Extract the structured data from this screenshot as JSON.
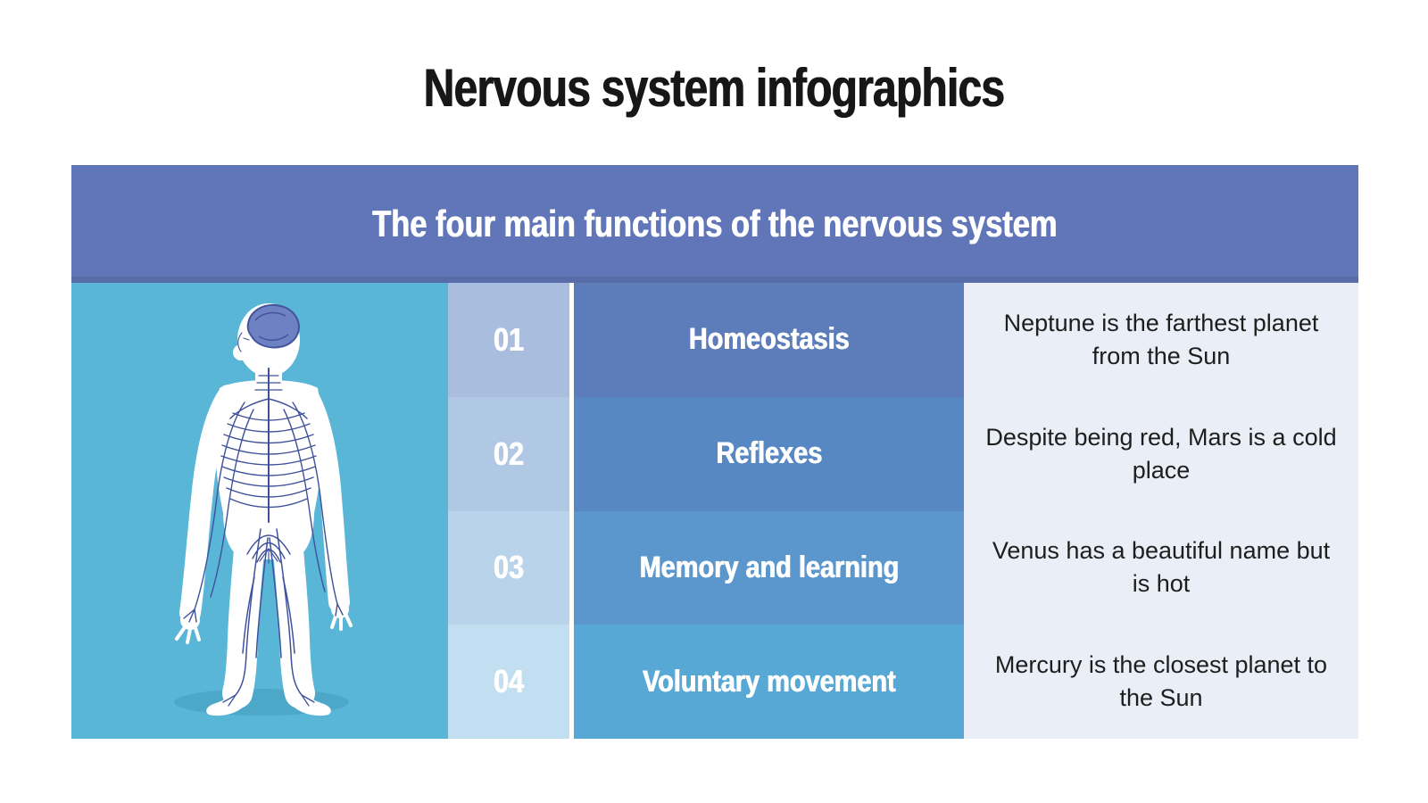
{
  "title": "Nervous system infographics",
  "panel": {
    "header": "The four main functions of the nervous system",
    "rows": [
      {
        "number": "01",
        "function": "Homeostasis",
        "description": "Neptune is the farthest planet from the Sun"
      },
      {
        "number": "02",
        "function": "Reflexes",
        "description": "Despite being red, Mars is a cold place"
      },
      {
        "number": "03",
        "function": "Memory and learning",
        "description": "Venus has a beautiful name but is hot"
      },
      {
        "number": "04",
        "function": "Voluntary movement",
        "description": "Mercury is the closest planet to the Sun"
      }
    ]
  },
  "illustration": {
    "icon": "human-nervous-system-figure"
  },
  "colors": {
    "header_bg": "#6076b8",
    "illustration_bg": "#5ab6d7",
    "shadow_ellipse": "#4da7c9",
    "number_cells": [
      "#a9bdde",
      "#b0c8e4",
      "#b8d3ea",
      "#c1dff0"
    ],
    "function_cells": [
      "#5c7cba",
      "#5788c3",
      "#5b97cc",
      "#58a8d6"
    ],
    "description_bg": "#e9eef7",
    "nerve_line": "#3f519b",
    "brain_fill": "#6d81c3",
    "title_text": "#171717",
    "light_text": "#ffffff",
    "description_text": "#1e1e1e"
  }
}
